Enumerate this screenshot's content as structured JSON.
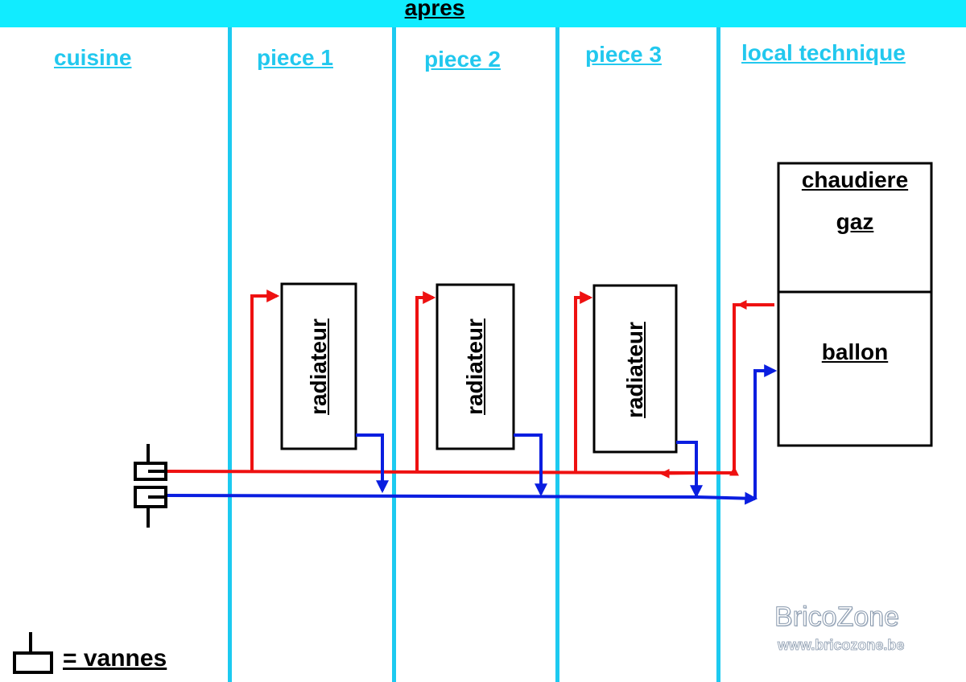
{
  "title": "apres",
  "rooms": [
    "cuisine",
    "piece 1",
    "piece 2",
    "piece 3",
    "local technique"
  ],
  "radiators": [
    "radiateur",
    "radiateur",
    "radiateur"
  ],
  "boiler": {
    "line1": "chaudiere",
    "line2": "gaz"
  },
  "tank": "ballon",
  "legend": "= vannes",
  "watermark": {
    "brand": "BricoZone",
    "url": "www.bricozone.be"
  },
  "colors": {
    "header_bar": "#11ecff",
    "divider": "#1ccaf0",
    "room_label": "#22c8ee",
    "supply_pipe": "#ee1111",
    "return_pipe": "#0a1ee0"
  }
}
